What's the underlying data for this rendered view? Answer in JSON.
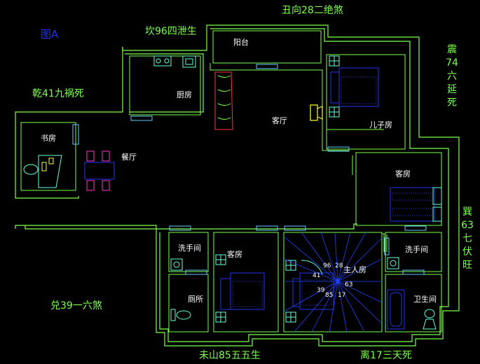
{
  "title": "图A",
  "directions": {
    "top": "丑向28二绝煞",
    "top_left": "坎96四泄生",
    "left": "乾41九祸死",
    "bottom_left": "兑39一六煞",
    "bottom_center": "未山85五五生",
    "bottom_right": "离17三天死",
    "right_top": "震74六延死",
    "right_bottom": "巽63七伏旺"
  },
  "rooms": {
    "balcony": "阳台",
    "kitchen": "厨房",
    "living": "客厅",
    "son": "儿子房",
    "study": "书房",
    "dining": "餐厅",
    "guest_right": "客房",
    "wash_left": "洗手间",
    "toilet_left": "厕所",
    "guest_bottom": "客房",
    "master": "主人房",
    "wash_right": "洗手间",
    "bath": "卫生间"
  },
  "compass_numbers": [
    "96",
    "28",
    "41",
    "63",
    "39",
    "85",
    "17"
  ],
  "colors": {
    "walls": "#7cff4c",
    "furniture": "#2233ee",
    "chairs": "#ff33cc",
    "lamp": "#ffff33",
    "fixtures": "#66ffdd",
    "sofa": "#ff3344",
    "compass_lines": "#2244ff"
  }
}
